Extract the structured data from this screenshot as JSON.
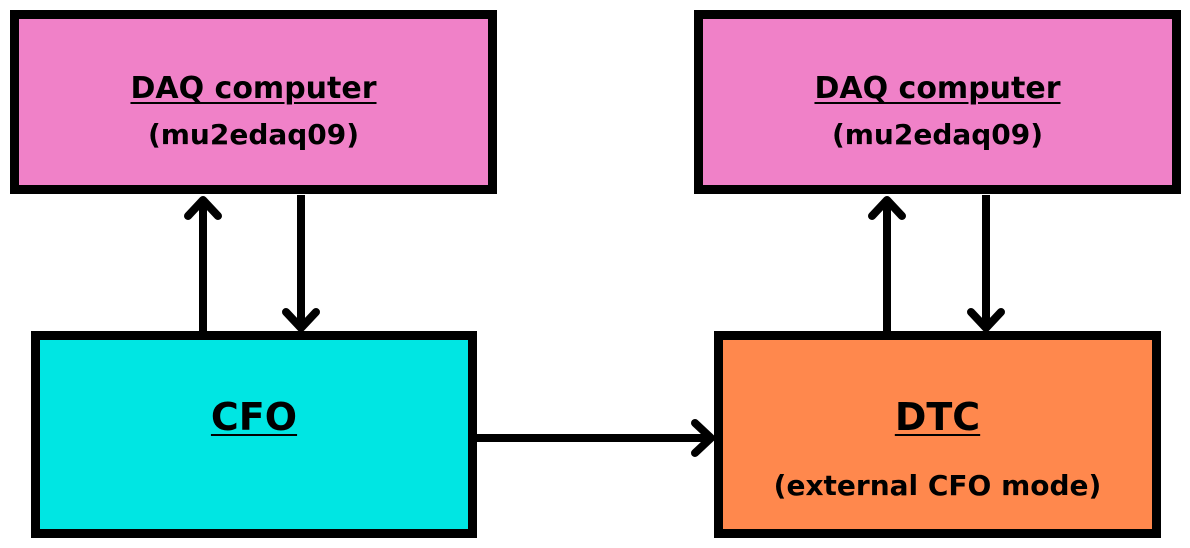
{
  "diagram": {
    "daq_left": {
      "title": "DAQ computer",
      "subtitle": "(mu2edaq09)",
      "fill": "#F081C8"
    },
    "daq_right": {
      "title": "DAQ computer",
      "subtitle": "(mu2edaq09)",
      "fill": "#F081C8"
    },
    "cfo": {
      "title": "CFO",
      "fill": "#00E6E3"
    },
    "dtc": {
      "title": "DTC",
      "subtitle": "(external CFO mode)",
      "fill": "#FF884D"
    },
    "arrow_color": "#000000",
    "connections": [
      {
        "from": "cfo",
        "to": "daq_left"
      },
      {
        "from": "daq_left",
        "to": "cfo"
      },
      {
        "from": "dtc",
        "to": "daq_right"
      },
      {
        "from": "daq_right",
        "to": "dtc"
      },
      {
        "from": "cfo",
        "to": "dtc"
      }
    ]
  }
}
